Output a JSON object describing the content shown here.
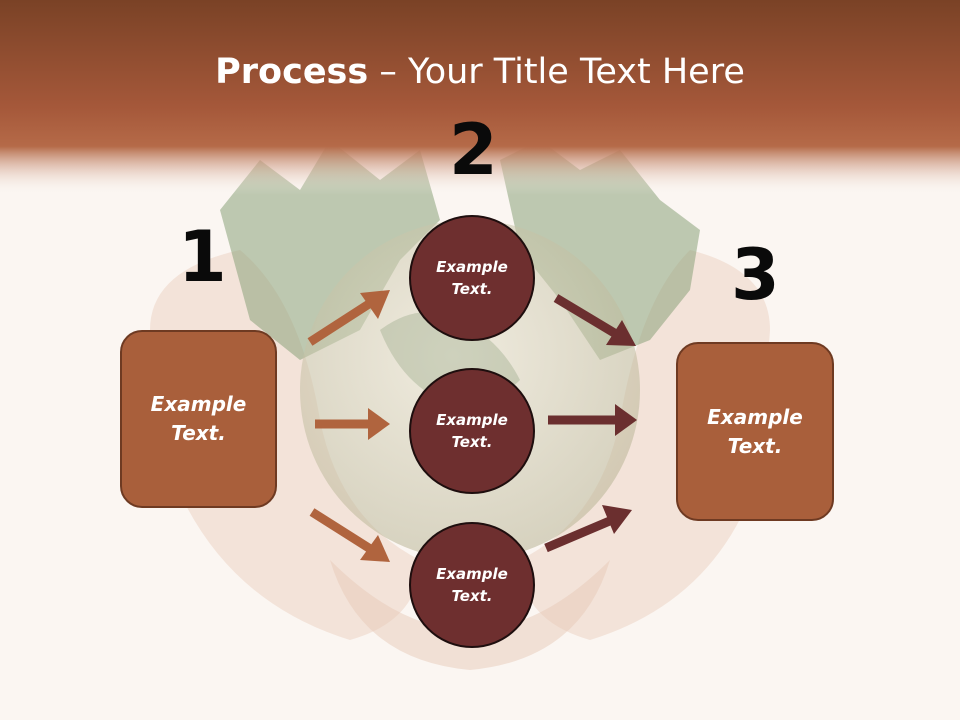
{
  "slide": {
    "title_bold": "Process",
    "title_rest": " – Your Title Text Here"
  },
  "steps": {
    "one": "1",
    "two": "2",
    "three": "3"
  },
  "nodes": {
    "left_box": [
      "Example",
      "Text."
    ],
    "circle_top": [
      "Example",
      "Text."
    ],
    "circle_middle": [
      "Example",
      "Text."
    ],
    "circle_bottom": [
      "Example",
      "Text."
    ],
    "right_box": [
      "Example",
      "Text."
    ]
  },
  "colors": {
    "header": "#a5583a",
    "box": "#a95f3b",
    "circle": "#6e2f2f",
    "arrow_left": "#b0643e",
    "arrow_right": "#6b2f2f"
  }
}
